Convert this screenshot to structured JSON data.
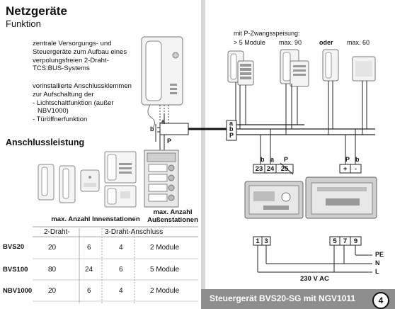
{
  "left": {
    "title": "Netzgeräte",
    "subtitle": "Funktion",
    "intro_lines": [
      "zentrale Versorgungs- und",
      "Steuergeräte zum Aufbau eines",
      "verpolungsfreien 2-Draht-",
      "TCS:BUS-Systems"
    ],
    "feature_lines": [
      "vorinstallierte Anschlussklemmen",
      "zur Aufschaltung der",
      "- Lichtschaltfunktion (außer",
      "  NBV1000)",
      "- Türöffnerfunktion"
    ],
    "section_title": "Anschlussleistung",
    "header_inner": "max. Anzahl Innenstationen",
    "header_outer_1": "max. Anzahl",
    "header_outer_2": "Außenstationen",
    "sub_2draht": "2-Draht-",
    "sub_3draht": "3-Draht-Anschluss",
    "rows": [
      {
        "name": "BVS20",
        "c1": "20",
        "c2": "6",
        "c3": "4",
        "c4": "2 Module"
      },
      {
        "name": "BVS100",
        "c1": "80",
        "c2": "24",
        "c3": "6",
        "c4": "5 Module"
      },
      {
        "name": "NBV1000",
        "c1": "20",
        "c2": "6",
        "c3": "4",
        "c4": "2 Module"
      }
    ],
    "wire_labels": {
      "a": "a",
      "b": "b",
      "p": "P"
    }
  },
  "right": {
    "heading_1": "mit P-Zwangsspeisung:",
    "heading_2a": "> 5 Module",
    "heading_2b": "max. 90",
    "heading_2c": "oder",
    "heading_2d": "max. 60",
    "bus_labels": {
      "a": "a",
      "b": "b",
      "p": "P"
    },
    "top_wire_labels": {
      "b": "b",
      "a": "a",
      "p": "P"
    },
    "right_wire_labels": {
      "p": "P",
      "b": "b"
    },
    "terminals_left": [
      "23",
      "24",
      "25"
    ],
    "terminals_right": [
      "+",
      "-"
    ],
    "bottom_terminals_left": [
      "1",
      "3"
    ],
    "bottom_terminals_right": [
      "5",
      "7",
      "9"
    ],
    "mains_labels": {
      "pe": "PE",
      "n": "N",
      "l": "L"
    },
    "voltage": "230 V AC"
  },
  "footer": {
    "title": "Steuergerät BVS20-SG mit NGV1011",
    "page": "4"
  }
}
